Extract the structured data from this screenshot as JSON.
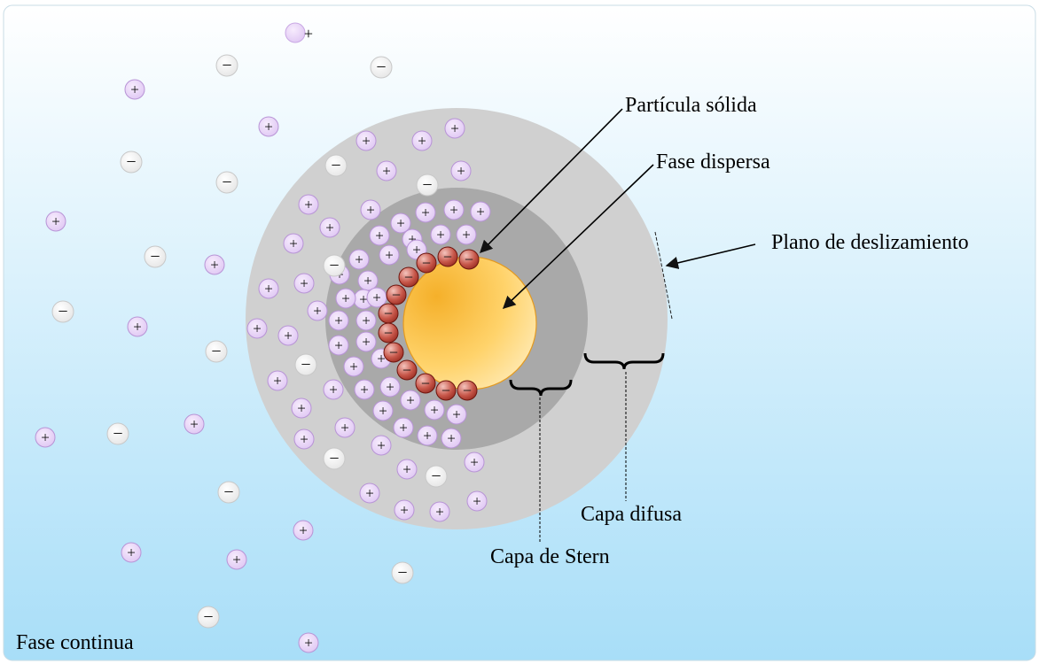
{
  "labels": {
    "solid_particle": "Partícula sólida",
    "dispersed_phase": "Fase dispersa",
    "slipping_plane": "Plano de deslizamiento",
    "diffuse_layer": "Capa difusa",
    "stern_layer": "Capa de Stern",
    "continuous_phase": "Fase continua"
  },
  "ion_symbols": {
    "positive": "+",
    "negative": "−"
  },
  "colors": {
    "background_top": "#ffffff",
    "background_bottom": "#a8def8",
    "diffuse_layer": "#d0d0d0",
    "stern_layer": "#a9a9a9",
    "particle_outer": "#f5b02a",
    "particle_inner": "#ffefc4",
    "positive_ion": "#e6d0f7",
    "negative_ion": "#f2f2f2",
    "adsorbed_negative_ion": "#b53a2e"
  }
}
